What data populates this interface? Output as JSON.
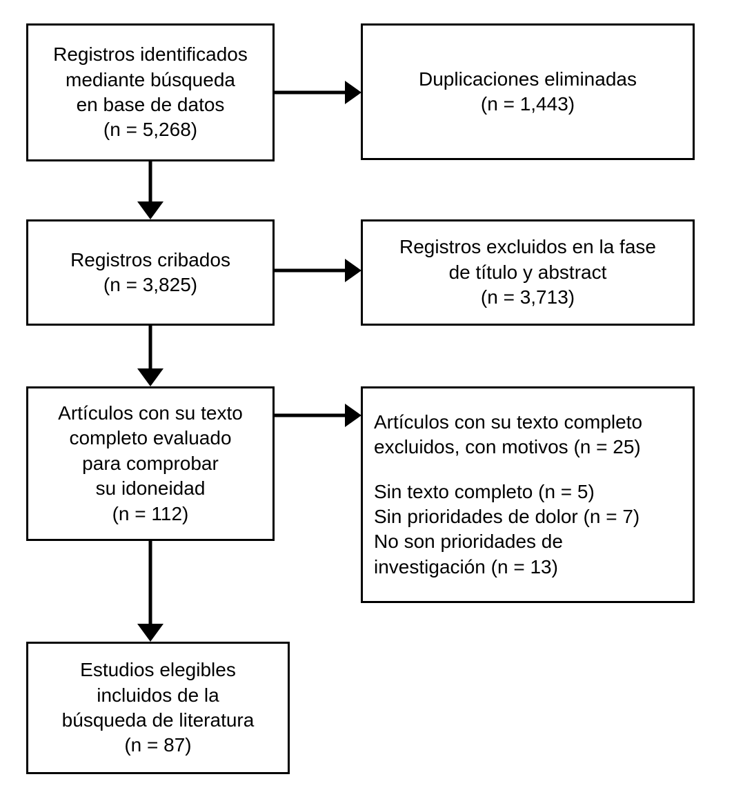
{
  "diagram": {
    "type": "prisma-flow-diagram",
    "language": "es",
    "stroke_color": "#000000",
    "fill_color": "#ffffff",
    "text_color": "#000000"
  },
  "boxes": {
    "identified": {
      "name": "records-identified",
      "align": "center",
      "lines": [
        "Registros identificados",
        "mediante búsqueda",
        "en base de datos",
        "(n = 5,268)"
      ],
      "count": "5,268"
    },
    "duplicates": {
      "name": "duplicates-removed",
      "align": "center",
      "lines": [
        "Duplicaciones eliminadas",
        "(n = 1,443)"
      ],
      "count": "1,443"
    },
    "screened": {
      "name": "records-screened",
      "align": "center",
      "lines": [
        "Registros cribados",
        "(n = 3,825)"
      ],
      "count": "3,825"
    },
    "excluded_title_abstract": {
      "name": "records-excluded-title-abstract",
      "align": "center",
      "lines": [
        "Registros excluidos en la fase",
        "de título y abstract",
        "(n = 3,713)"
      ],
      "count": "3,713"
    },
    "fulltext_assessed": {
      "name": "fulltext-articles-assessed",
      "align": "center",
      "lines": [
        "Artículos con su texto",
        "completo evaluado",
        "para comprobar",
        "su idoneidad",
        "(n = 112)"
      ],
      "count": "112"
    },
    "fulltext_excluded": {
      "name": "fulltext-articles-excluded",
      "align": "left",
      "lines": [
        "Artículos con su texto completo",
        "excluidos, con motivos (n = 25)",
        "",
        "Sin texto completo (n = 5)",
        "Sin prioridades de dolor (n = 7)",
        "No son prioridades de",
        "investigación (n = 13)"
      ],
      "count": "25",
      "reasons": [
        {
          "label": "Sin texto completo",
          "count": "5"
        },
        {
          "label": "Sin prioridades de dolor",
          "count": "7"
        },
        {
          "label": "No son prioridades de investigación",
          "count": "13"
        }
      ]
    },
    "included": {
      "name": "studies-included",
      "align": "center",
      "lines": [
        "Estudios elegibles",
        "incluidos de la",
        "búsqueda de literatura",
        "(n = 87)"
      ],
      "count": "87"
    }
  },
  "connectors": [
    {
      "name": "arrow-identified-to-duplicates",
      "direction": "right"
    },
    {
      "name": "arrow-identified-to-screened",
      "direction": "down"
    },
    {
      "name": "arrow-screened-to-excluded-title-abstract",
      "direction": "right"
    },
    {
      "name": "arrow-screened-to-fulltext",
      "direction": "down"
    },
    {
      "name": "arrow-fulltext-to-fulltext-excluded",
      "direction": "right"
    },
    {
      "name": "arrow-fulltext-to-included",
      "direction": "down"
    }
  ]
}
